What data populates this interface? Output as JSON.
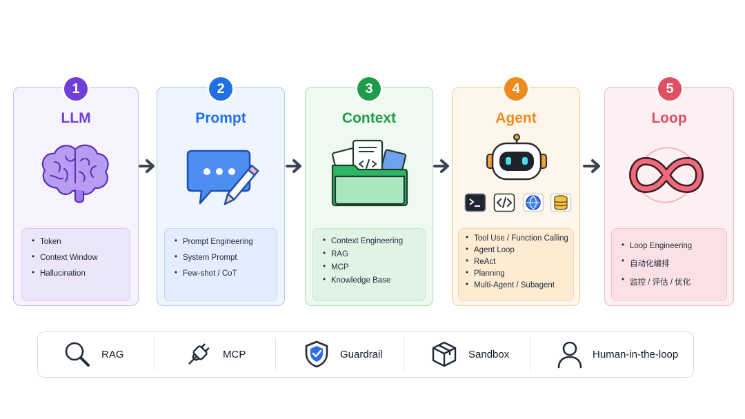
{
  "stages": [
    {
      "number": "1",
      "title": "LLM",
      "items": [
        "Token",
        "Context Window",
        "Hallucination"
      ],
      "accent": "#6f3fd8"
    },
    {
      "number": "2",
      "title": "Prompt",
      "items": [
        "Prompt Engineering",
        "System Prompt",
        "Few-shot / CoT"
      ],
      "accent": "#1f6fe5"
    },
    {
      "number": "3",
      "title": "Context",
      "items": [
        "Context Engineering",
        "RAG",
        "MCP",
        "Knowledge Base"
      ],
      "accent": "#1f9a4c"
    },
    {
      "number": "4",
      "title": "Agent",
      "items": [
        "Tool Use / Function Calling",
        "Agent Loop",
        "ReAct",
        "Planning",
        "Multi-Agent / Subagent"
      ],
      "accent": "#ef8a1f"
    },
    {
      "number": "5",
      "title": "Loop",
      "items": [
        "Loop Engineering",
        "自动化编排",
        "监控 / 评估 / 优化"
      ],
      "accent": "#e04e62"
    }
  ],
  "tools": [
    {
      "label": "RAG",
      "icon": "magnifier-icon"
    },
    {
      "label": "MCP",
      "icon": "plug-icon"
    },
    {
      "label": "Guardrail",
      "icon": "shield-icon"
    },
    {
      "label": "Sandbox",
      "icon": "box-icon"
    },
    {
      "label": "Human-in-the-loop",
      "icon": "person-icon"
    }
  ]
}
